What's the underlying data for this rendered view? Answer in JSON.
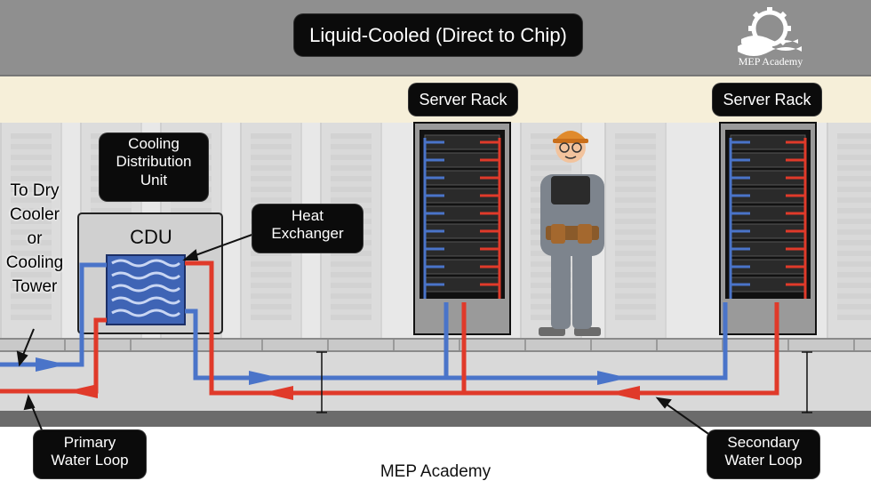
{
  "title": "Liquid-Cooled (Direct to Chip)",
  "logo_text": "MEP Academy",
  "labels": {
    "server_rack_1": "Server Rack",
    "server_rack_2": "Server Rack",
    "cdu_box": "Cooling\nDistribution\nUnit",
    "cdu_unit": "CDU",
    "heat_exchanger": "Heat\nExchanger",
    "to_dry_cooler": "To Dry\nCooler\nor\nCooling\nTower",
    "primary_loop": "Primary\nWater Loop",
    "secondary_loop": "Secondary\nWater Loop"
  },
  "footer": "MEP Academy",
  "colors": {
    "supply": "#4a74c9",
    "return": "#e03a2a",
    "label_bg": "#0b0b0b"
  },
  "icons": [
    "gear-logo-icon",
    "technician-figure"
  ]
}
